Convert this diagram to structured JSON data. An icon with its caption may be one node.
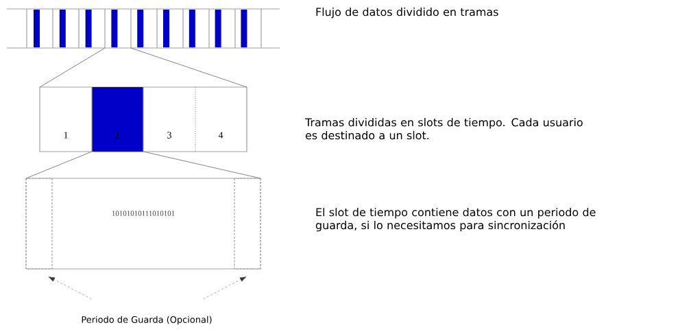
{
  "diagram": {
    "nodes": [
      {
        "text": [],
        "shape": "bar"
      },
      {
        "text": [],
        "shape": "box"
      },
      {
        "text": [
          "1"
        ],
        "in": 1
      },
      {
        "text": [
          "2"
        ],
        "in": 1
      },
      {
        "text": [
          "3"
        ],
        "in": 1
      },
      {
        "text": [
          "4"
        ],
        "in": 1
      },
      {
        "text": [
          "10101010111010101"
        ]
      },
      {
        "text": [],
        "shape": "box",
        "in": 6
      },
      {
        "text": [],
        "shape": "box",
        "in": 6
      },
      {
        "text": [
          "Periodo de Guarda (Opcional)"
        ]
      }
    ],
    "edges": [
      {
        "from": 0,
        "to": 1,
        "arrow": "none"
      },
      {
        "from": 0,
        "to": 1,
        "arrow": "none"
      },
      {
        "from": 3,
        "to": 6,
        "arrow": "none"
      },
      {
        "from": 3,
        "to": 6,
        "arrow": "none"
      },
      {
        "from": 9,
        "to": 7,
        "arrow": "to",
        "style": "dashed",
        "color": "#333333"
      },
      {
        "from": 9,
        "to": 8,
        "arrow": "to",
        "style": "dashed",
        "color": "#333333"
      }
    ],
    "labels": [
      "Flujo de datos dividido en tramas",
      "Tramas divididas en slots de tiempo. Cada usuario es destinado a un slot.",
      "El slot de tiempo contiene datos con un periodo de guarda, si lo necesitamos para sincronización"
    ]
  }
}
